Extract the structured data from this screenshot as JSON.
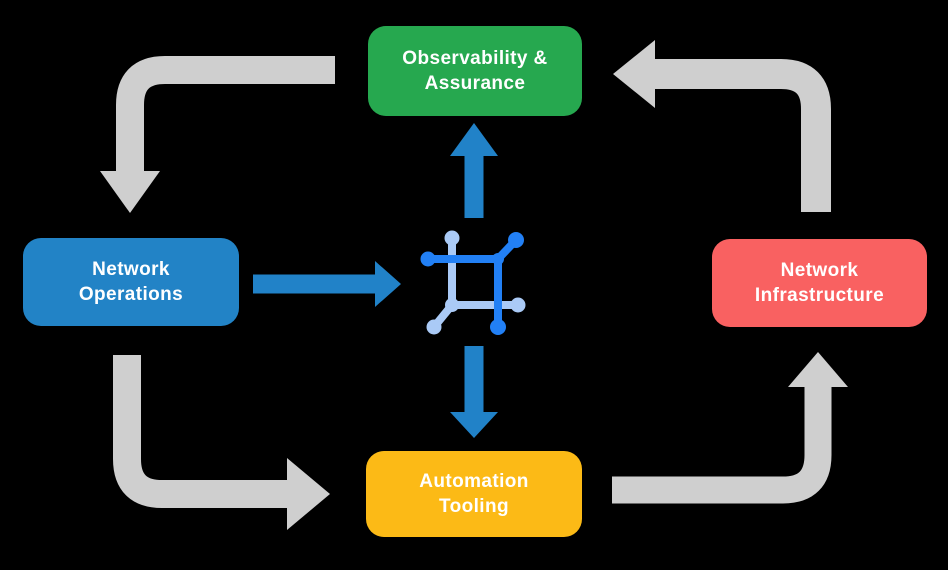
{
  "diagram": {
    "background": "#000000",
    "text_color": "#ffffff",
    "nodes": {
      "observability": {
        "label": "Observability &\nAssurance",
        "color": "#26a84f"
      },
      "operations": {
        "label": "Network\nOperations",
        "color": "#2283c6"
      },
      "infrastructure": {
        "label": "Network\nInfrastructure",
        "color": "#f96161"
      },
      "automation": {
        "label": "Automation\nTooling",
        "color": "#fcba16"
      }
    },
    "arrows": {
      "gray": "#cfcfcf",
      "blue": "#2182c8"
    },
    "icon": {
      "name": "network-fabric-icon",
      "dark": "#2280f5",
      "light": "#aacaf6"
    }
  }
}
